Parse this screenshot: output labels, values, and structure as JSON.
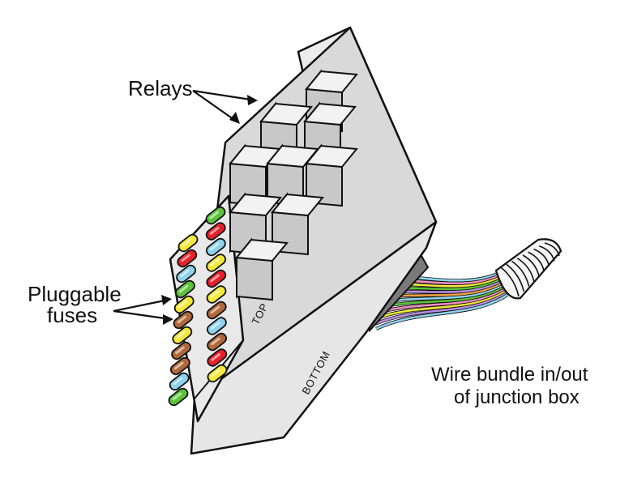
{
  "labels": {
    "relays": "Relays",
    "fuses_line1": "Pluggable",
    "fuses_line2": "fuses",
    "wire_line1": "Wire bundle in/out",
    "wire_line2": "of junction box",
    "top": "TOP",
    "bottom": "BOTTOM"
  },
  "colors": {
    "box_front": "#e4e4e4",
    "box_top": "#d6d6d6",
    "box_side": "#ececec",
    "relay_top": "#f2f2f2",
    "relay_left": "#9a9a9a",
    "relay_right": "#c8c8c8",
    "outline": "#111111"
  },
  "fuse_colors": [
    "#f4e83a",
    "#e8202a",
    "#8ed3ec",
    "#5cc43a",
    "#f4e83a",
    "#b0683a",
    "#f4e83a",
    "#b0683a",
    "#b0683a",
    "#8ed3ec",
    "#5cc43a",
    "#5cc43a",
    "#e8202a",
    "#8ed3ec",
    "#f4e83a",
    "#e8202a",
    "#f4e83a",
    "#b0683a",
    "#8ed3ec",
    "#b0683a",
    "#e8202a",
    "#f4e83a"
  ],
  "wire_colors": [
    "#8ed3ec",
    "#f08ec0",
    "#f4e83a",
    "#5cc43a",
    "#b68ee0",
    "#f4a040",
    "#8ed3ec",
    "#5cc43a",
    "#f08ec0",
    "#f4e83a",
    "#b68ee0",
    "#8ed3ec"
  ]
}
